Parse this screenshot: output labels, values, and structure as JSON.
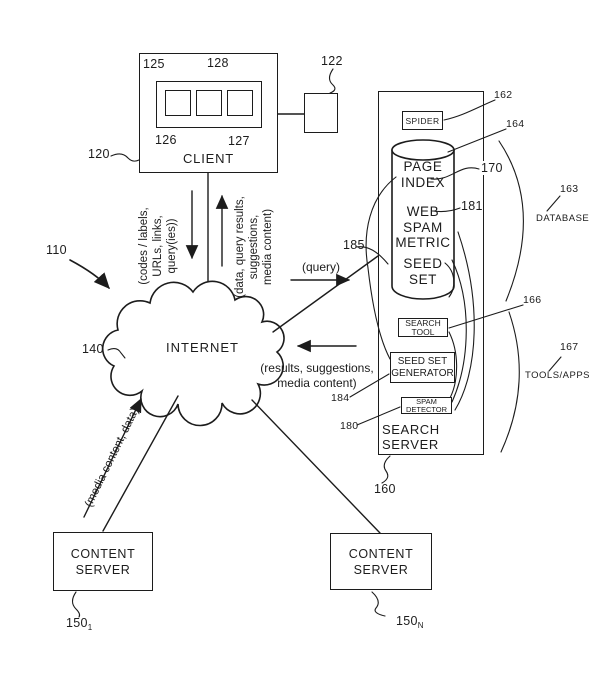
{
  "colors": {
    "ink": "#1c1c1c",
    "paper": "#ffffff"
  },
  "system_ref": "110",
  "client": {
    "title": "CLIENT",
    "ref": "120",
    "tray_ref": "125",
    "slots": {
      "left_ref": "126",
      "mid_ref": "128",
      "right_ref": "127"
    }
  },
  "device": {
    "ref": "122"
  },
  "internet": {
    "label": "INTERNET",
    "ref": "140"
  },
  "links": {
    "client_down": "(codes / labels,\nURLs, links,\nquery(ies))",
    "client_up": "(data, query results,\nsuggestions,\nmedia content)",
    "to_server": "(query)",
    "from_server": "(results, suggestions,\nmedia content)",
    "content_up": "(media content, data)"
  },
  "search_server": {
    "title": "SEARCH\nSERVER",
    "ref": "160",
    "spider": {
      "label": "SPIDER",
      "ref": "162"
    },
    "database": {
      "group_label": "DATABASE",
      "group_ref": "163",
      "cylinder_ref": "164",
      "page_index": {
        "label": "PAGE\nINDEX",
        "ref": "170"
      },
      "web_spam_metric": {
        "label": "WEB\nSPAM\nMETRIC",
        "ref": "181"
      },
      "seed_set": {
        "label": "SEED\nSET",
        "ref": "185"
      }
    },
    "tools": {
      "group_label": "TOOLS/APPS",
      "group_ref": "167",
      "search_tool": {
        "label": "SEARCH\nTOOL",
        "ref": "166"
      },
      "seed_set_generator": {
        "label": "SEED SET\nGENERATOR",
        "ref": "184"
      },
      "spam_detector": {
        "label": "SPAM\nDETECTOR",
        "ref": "180"
      }
    }
  },
  "content_servers": {
    "left": {
      "label": "CONTENT\nSERVER",
      "ref": "150",
      "ref_sub": "1"
    },
    "right": {
      "label": "CONTENT\nSERVER",
      "ref": "150",
      "ref_sub": "N"
    }
  }
}
